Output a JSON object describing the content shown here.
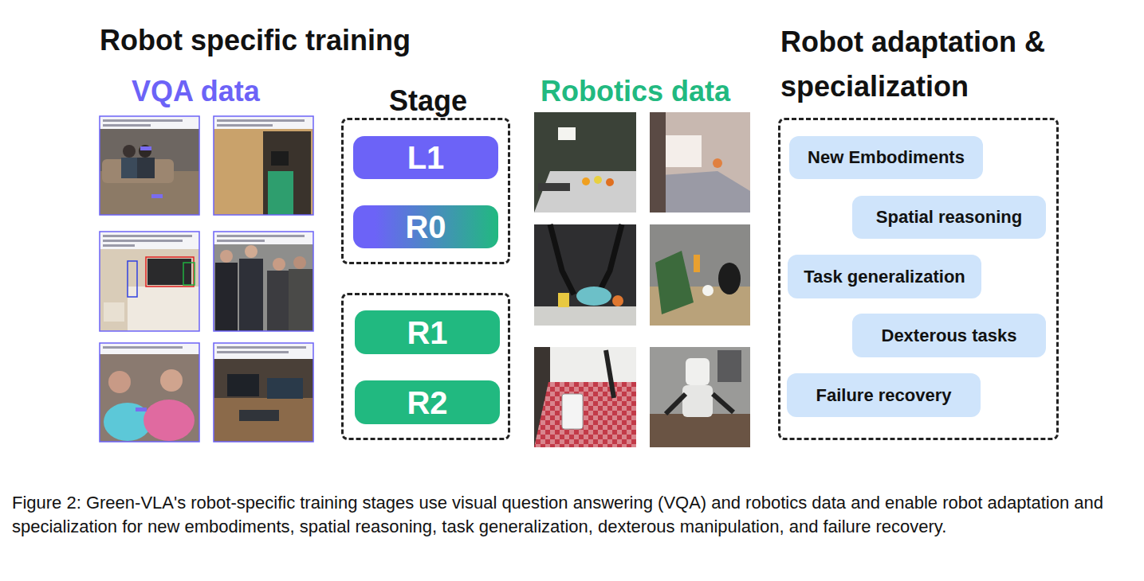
{
  "diagram": {
    "title": "Robot specific training",
    "caption": "Figure 2: Green-VLA's robot-specific training stages use visual question answering (VQA) and robotics data and enable robot adaptation and specialization for new embodiments, spatial reasoning, task generalization, dexterous manipulation, and failure recovery.",
    "nodes": [
      {
        "text": [
          "Stage"
        ]
      },
      {
        "text": [
          "L1"
        ],
        "in": 0
      },
      {
        "text": [
          "R0"
        ],
        "in": 0
      },
      {
        "text": []
      },
      {
        "text": [
          "R1"
        ],
        "in": 3
      },
      {
        "text": [
          "R2"
        ],
        "in": 3
      },
      {
        "text": [
          "Robot adaptation & specialization"
        ]
      },
      {
        "text": [
          "New Embodiments"
        ],
        "in": 6
      },
      {
        "text": [
          "Spatial reasoning"
        ],
        "in": 6
      },
      {
        "text": [
          "Task generalization"
        ],
        "in": 6
      },
      {
        "text": [
          "Dexterous tasks"
        ],
        "in": 6
      },
      {
        "text": [
          "Failure recovery"
        ],
        "in": 6
      }
    ],
    "edges": [],
    "labels": [
      "VQA data",
      "Robotics data"
    ]
  }
}
